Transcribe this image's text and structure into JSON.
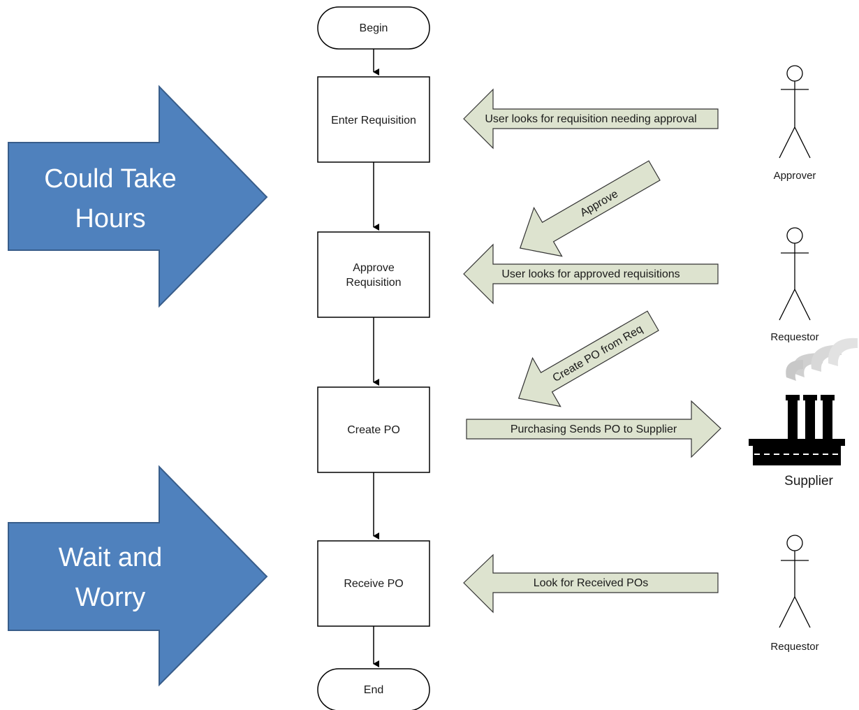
{
  "flow": {
    "begin": "Begin",
    "enter_requisition": "Enter Requisition",
    "approve_requisition_line1": "Approve",
    "approve_requisition_line2": "Requisition",
    "create_po": "Create PO",
    "receive_po": "Receive PO",
    "end": "End"
  },
  "notes": {
    "user_looks_approval": "User looks for requisition needing approval",
    "approve": "Approve",
    "user_looks_approved": "User looks for approved requisitions",
    "create_po_from_req": "Create PO from Req",
    "purchasing_sends": "Purchasing Sends PO to Supplier",
    "look_received": "Look for Received POs"
  },
  "actors": {
    "approver": "Approver",
    "requestor_top": "Requestor",
    "supplier": "Supplier",
    "requestor_bottom": "Requestor"
  },
  "callouts": {
    "top_line1": "Could Take",
    "top_line2": "Hours",
    "bottom_line1": "Wait and",
    "bottom_line2": "Worry"
  },
  "colors": {
    "callout_fill": "#4f81bd",
    "note_fill": "#dde3cf"
  }
}
